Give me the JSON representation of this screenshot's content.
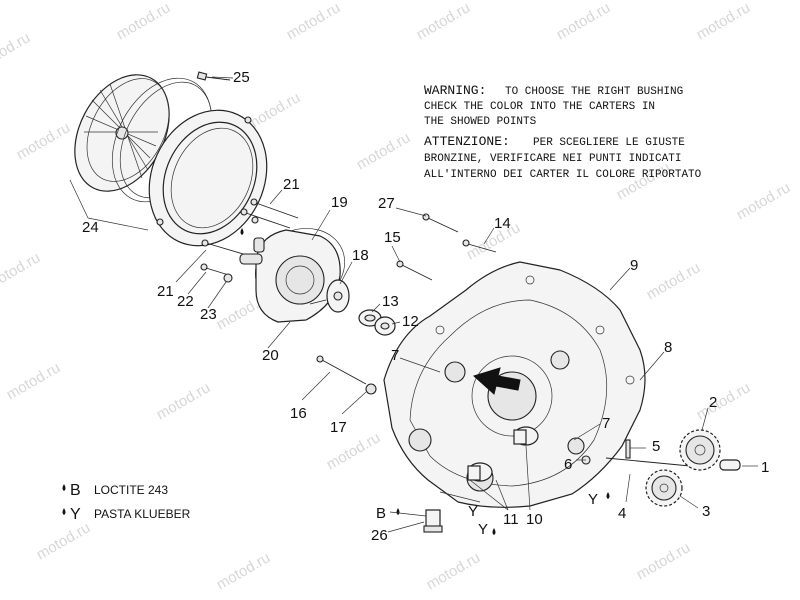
{
  "watermark": "motod.ru",
  "warning": {
    "en_label": "WARNING:",
    "en_line1": "TO CHOOSE THE RIGHT BUSHING",
    "en_line2": "CHECK THE COLOR INTO THE CARTERS IN",
    "en_line3": "THE SHOWED POINTS",
    "it_label": "ATTENZIONE:",
    "it_line1": "PER SCEGLIERE LE GIUSTE",
    "it_line2": "BRONZINE, VERIFICARE NEI PUNTI INDICATI",
    "it_line3": "ALL'INTERNO DEI CARTER IL COLORE RIPORTATO"
  },
  "legend": [
    {
      "key": "B",
      "text": "LOCTITE 243"
    },
    {
      "key": "Y",
      "text": "PASTA KLUEBER"
    }
  ],
  "callouts": {
    "p1": "1",
    "p2": "2",
    "p3": "3",
    "p4": "4",
    "p5": "5",
    "p6": "6",
    "p7a": "7",
    "p7b": "7",
    "p8": "8",
    "p9": "9",
    "p10": "10",
    "p11": "11",
    "p12": "12",
    "p13": "13",
    "p14": "14",
    "p15": "15",
    "p16": "16",
    "p17": "17",
    "p18": "18",
    "p19": "19",
    "p20": "20",
    "p21a": "21",
    "p21b": "21",
    "p22": "22",
    "p23": "23",
    "p24": "24",
    "p25": "25",
    "p26": "26",
    "p27": "27",
    "yA": "Y",
    "yB": "Y",
    "yC": "Y",
    "bA": "B"
  }
}
